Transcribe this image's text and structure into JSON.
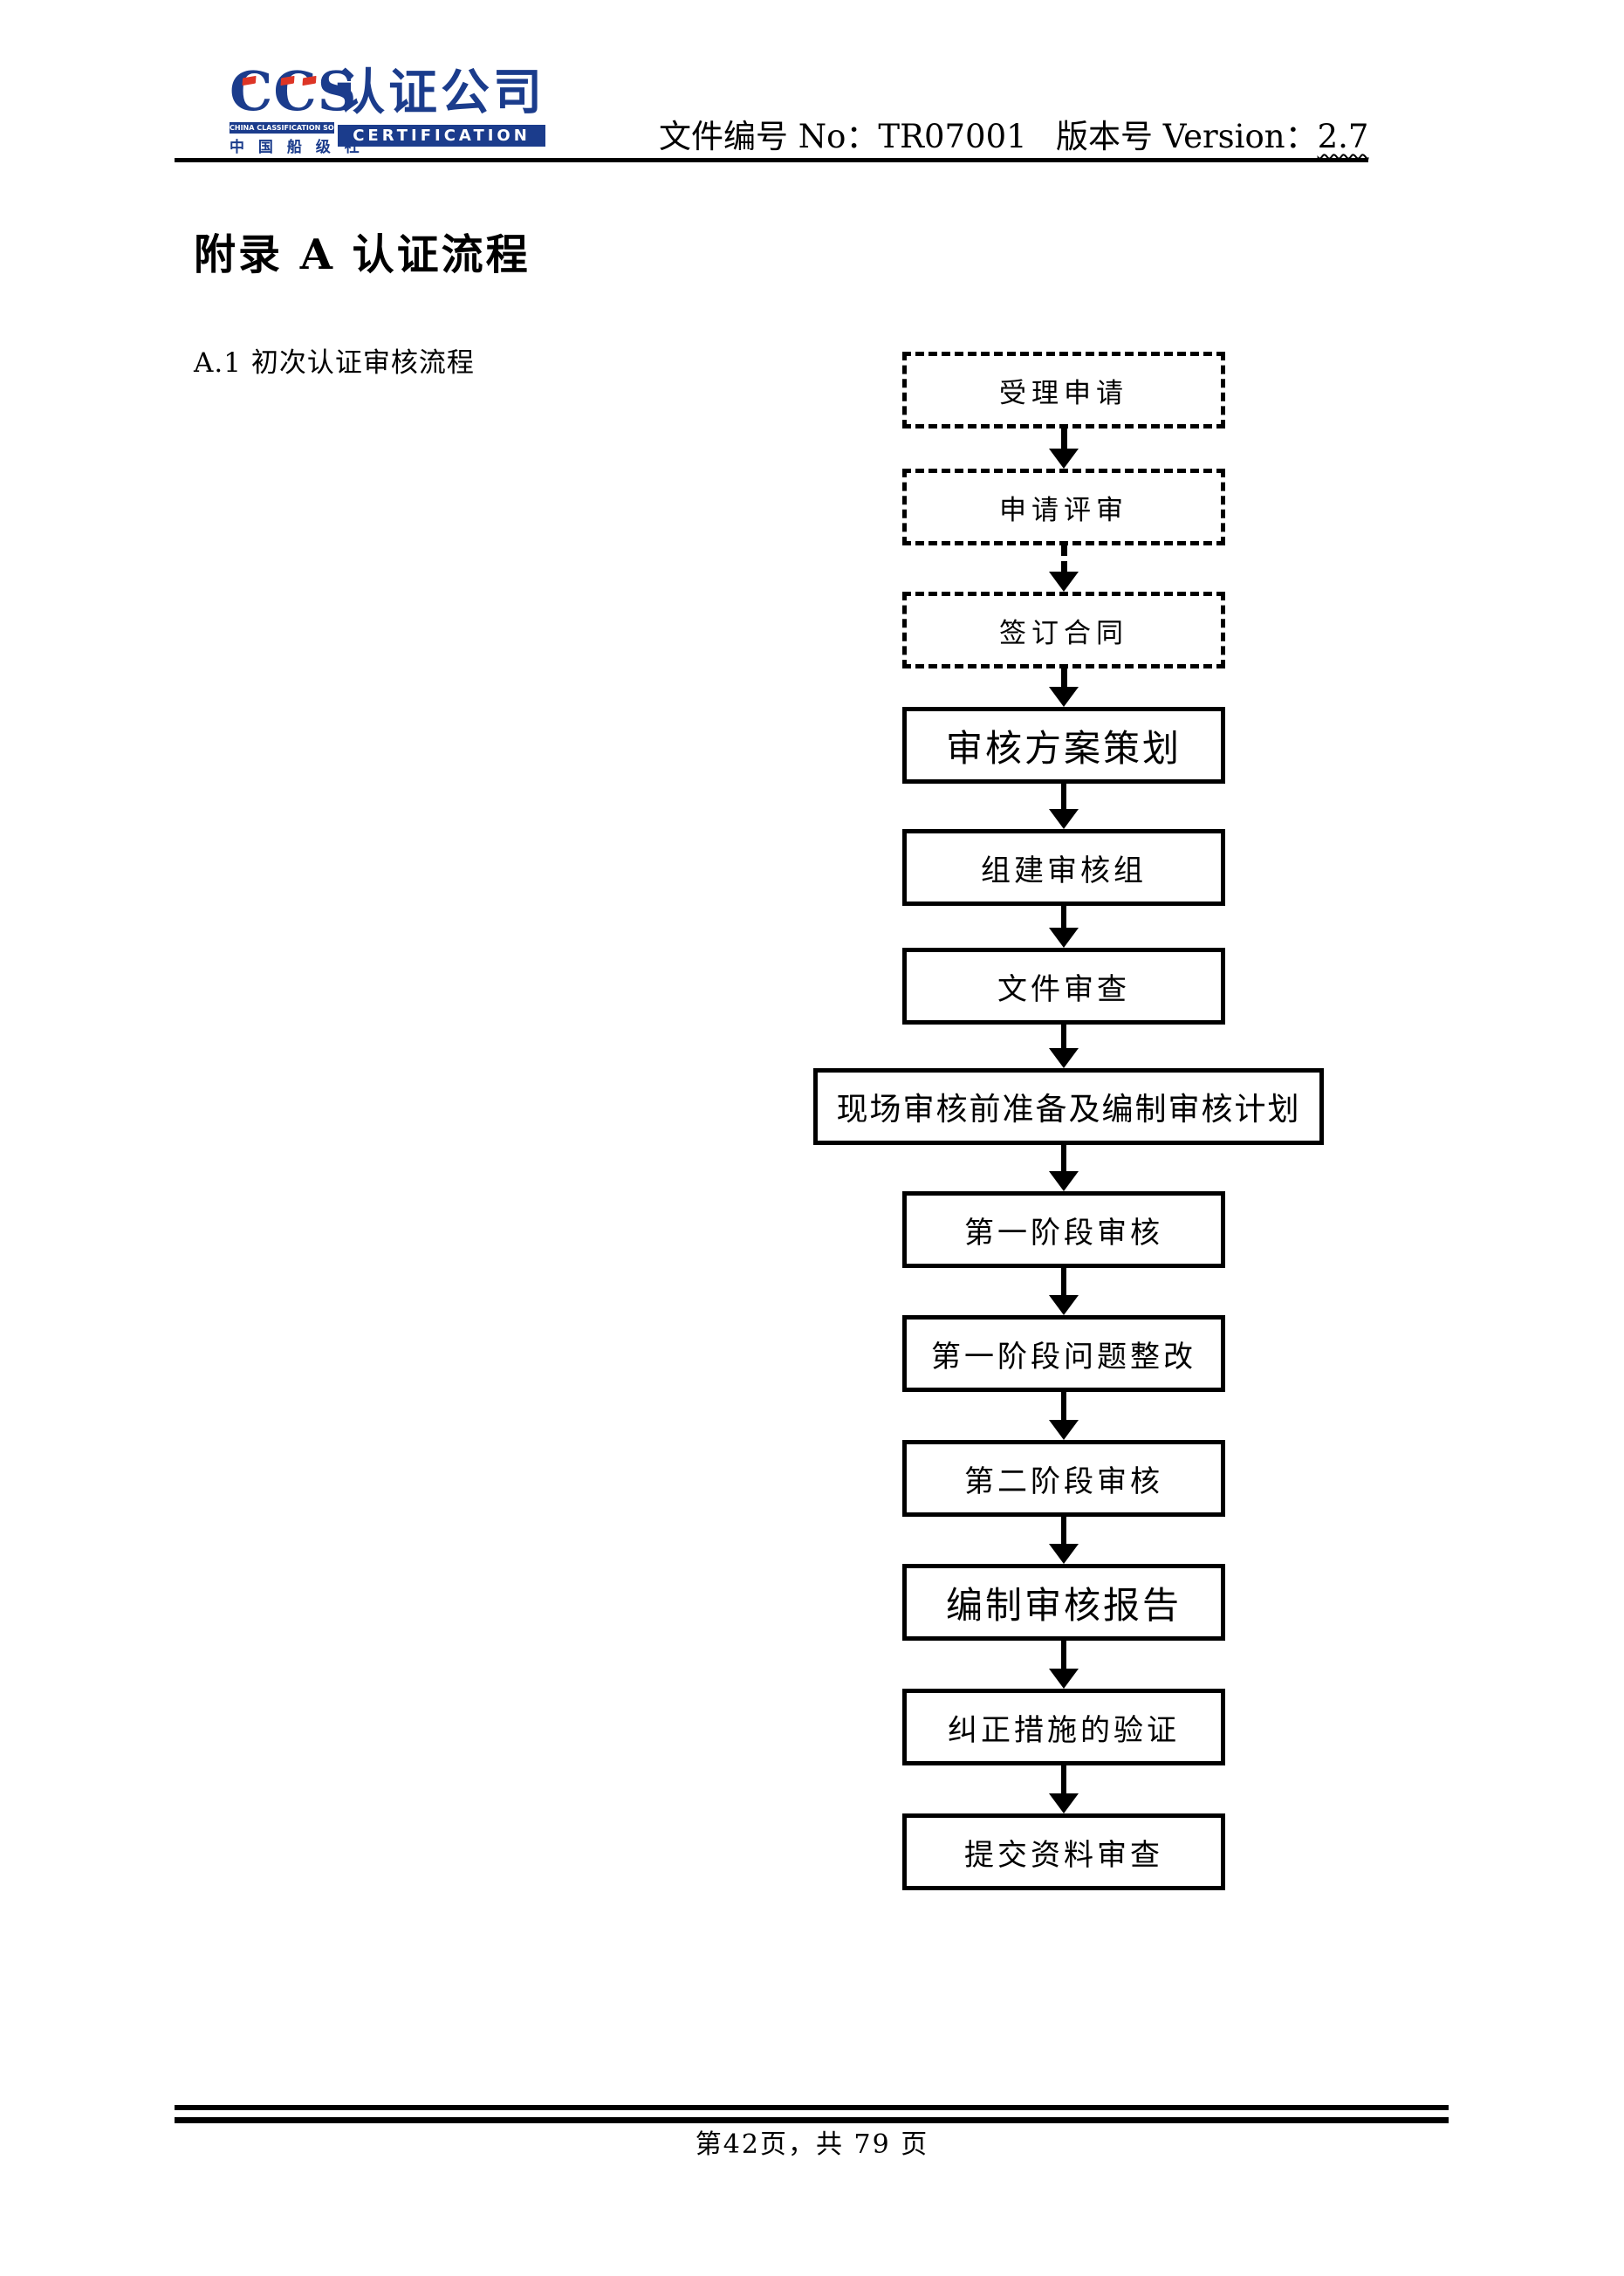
{
  "colors": {
    "navy": "#1b3c8c",
    "red": "#dd3526"
  },
  "header": {
    "logo": {
      "ccs": "CCS",
      "society_en": "CHINA CLASSIFICATION SOCIETY",
      "society_cn": "中 国 船 级 社",
      "company_cn": "认证公司",
      "company_en": "CERTIFICATION"
    },
    "doc_number_label": "文件编号 No：TR07001",
    "version_label": "版本号 Version：",
    "version_value": "2.7"
  },
  "title": "附录 A 认证流程",
  "subtitle": "A.1 初次认证审核流程",
  "flowchart": {
    "steps": [
      {
        "label": "受理申请",
        "border": "dashed",
        "size": "small"
      },
      {
        "label": "申请评审",
        "border": "dashed",
        "size": "small"
      },
      {
        "label": "签订合同",
        "border": "dashed",
        "size": "small"
      },
      {
        "label": "审核方案策划",
        "border": "solid",
        "size": "large"
      },
      {
        "label": "组建审核组",
        "border": "solid",
        "size": "normal"
      },
      {
        "label": "文件审查",
        "border": "solid",
        "size": "normal"
      },
      {
        "label": "现场审核前准备及编制审核计划",
        "border": "solid",
        "size": "normal",
        "wide": true
      },
      {
        "label": "第一阶段审核",
        "border": "solid",
        "size": "normal"
      },
      {
        "label": "第一阶段问题整改",
        "border": "solid",
        "size": "normal"
      },
      {
        "label": "第二阶段审核",
        "border": "solid",
        "size": "normal"
      },
      {
        "label": "编制审核报告",
        "border": "solid",
        "size": "large"
      },
      {
        "label": "纠正措施的验证",
        "border": "solid",
        "size": "normal"
      },
      {
        "label": "提交资料审查",
        "border": "solid",
        "size": "normal"
      }
    ]
  },
  "footer": {
    "page_info": "第42页，共 79 页"
  }
}
